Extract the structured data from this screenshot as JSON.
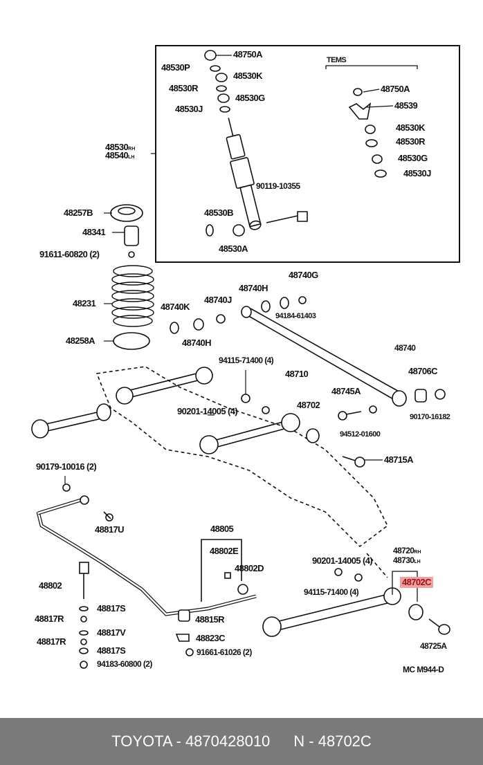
{
  "diagram": {
    "code": "MC M944-D",
    "group_tems": "TEMS",
    "labels": {
      "p48750A_a": "48750A",
      "p48530P": "48530P",
      "p48530K_a": "48530K",
      "p48530R_a": "48530R",
      "p48530G_a": "48530G",
      "p48530J_a": "48530J",
      "p48750A_b": "48750A",
      "p48539": "48539",
      "p48530K_b": "48530K",
      "p48530R_b": "48530R",
      "p48530G_b": "48530G",
      "p48530J_b": "48530J",
      "p48530": "48530",
      "p48530_side": "RH",
      "p48540": "48540",
      "p48540_side": "LH",
      "p90119": "90119-10355",
      "p48530B": "48530B",
      "p48530A": "48530A",
      "p48257B": "48257B",
      "p48341": "48341",
      "p91611": "91611-60820 (2)",
      "p48231": "48231",
      "p48258A": "48258A",
      "p48740K": "48740K",
      "p48740J": "48740J",
      "p48740H_a": "48740H",
      "p48740G": "48740G",
      "p94184": "94184-61403",
      "p48740H_b": "48740H",
      "p48740": "48740",
      "p48706C": "48706C",
      "p90170": "90170-16182",
      "p94115_a": "94115-71400 (4)",
      "p48710": "48710",
      "p48745A": "48745A",
      "p48702": "48702",
      "p90201_a": "90201-14005 (4)",
      "p94512": "94512-01600",
      "p48715A": "48715A",
      "p90179": "90179-10016 (2)",
      "p48817U": "48817U",
      "p48805": "48805",
      "p48802E": "48802E",
      "p48802D": "48802D",
      "p48802": "48802",
      "p48817S_a": "48817S",
      "p48817R_a": "48817R",
      "p48817V": "48817V",
      "p48817R_b": "48817R",
      "p48817S_b": "48817S",
      "p94183": "94183-60800 (2)",
      "p48815R": "48815R",
      "p48823C": "48823C",
      "p91661": "91661-61026 (2)",
      "p90201_b": "90201-14005 (4)",
      "p48720": "48720",
      "p48720_side": "RH",
      "p48730": "48730",
      "p48730_side": "LH",
      "p48702C": "48702C",
      "p94115_b": "94115-71400 (4)",
      "p48725A": "48725A"
    },
    "highlight_color": "#f3a0a0"
  },
  "footer": {
    "brand_part": "TOYOTA - 4870428010",
    "part_number": "N - 48702C"
  }
}
